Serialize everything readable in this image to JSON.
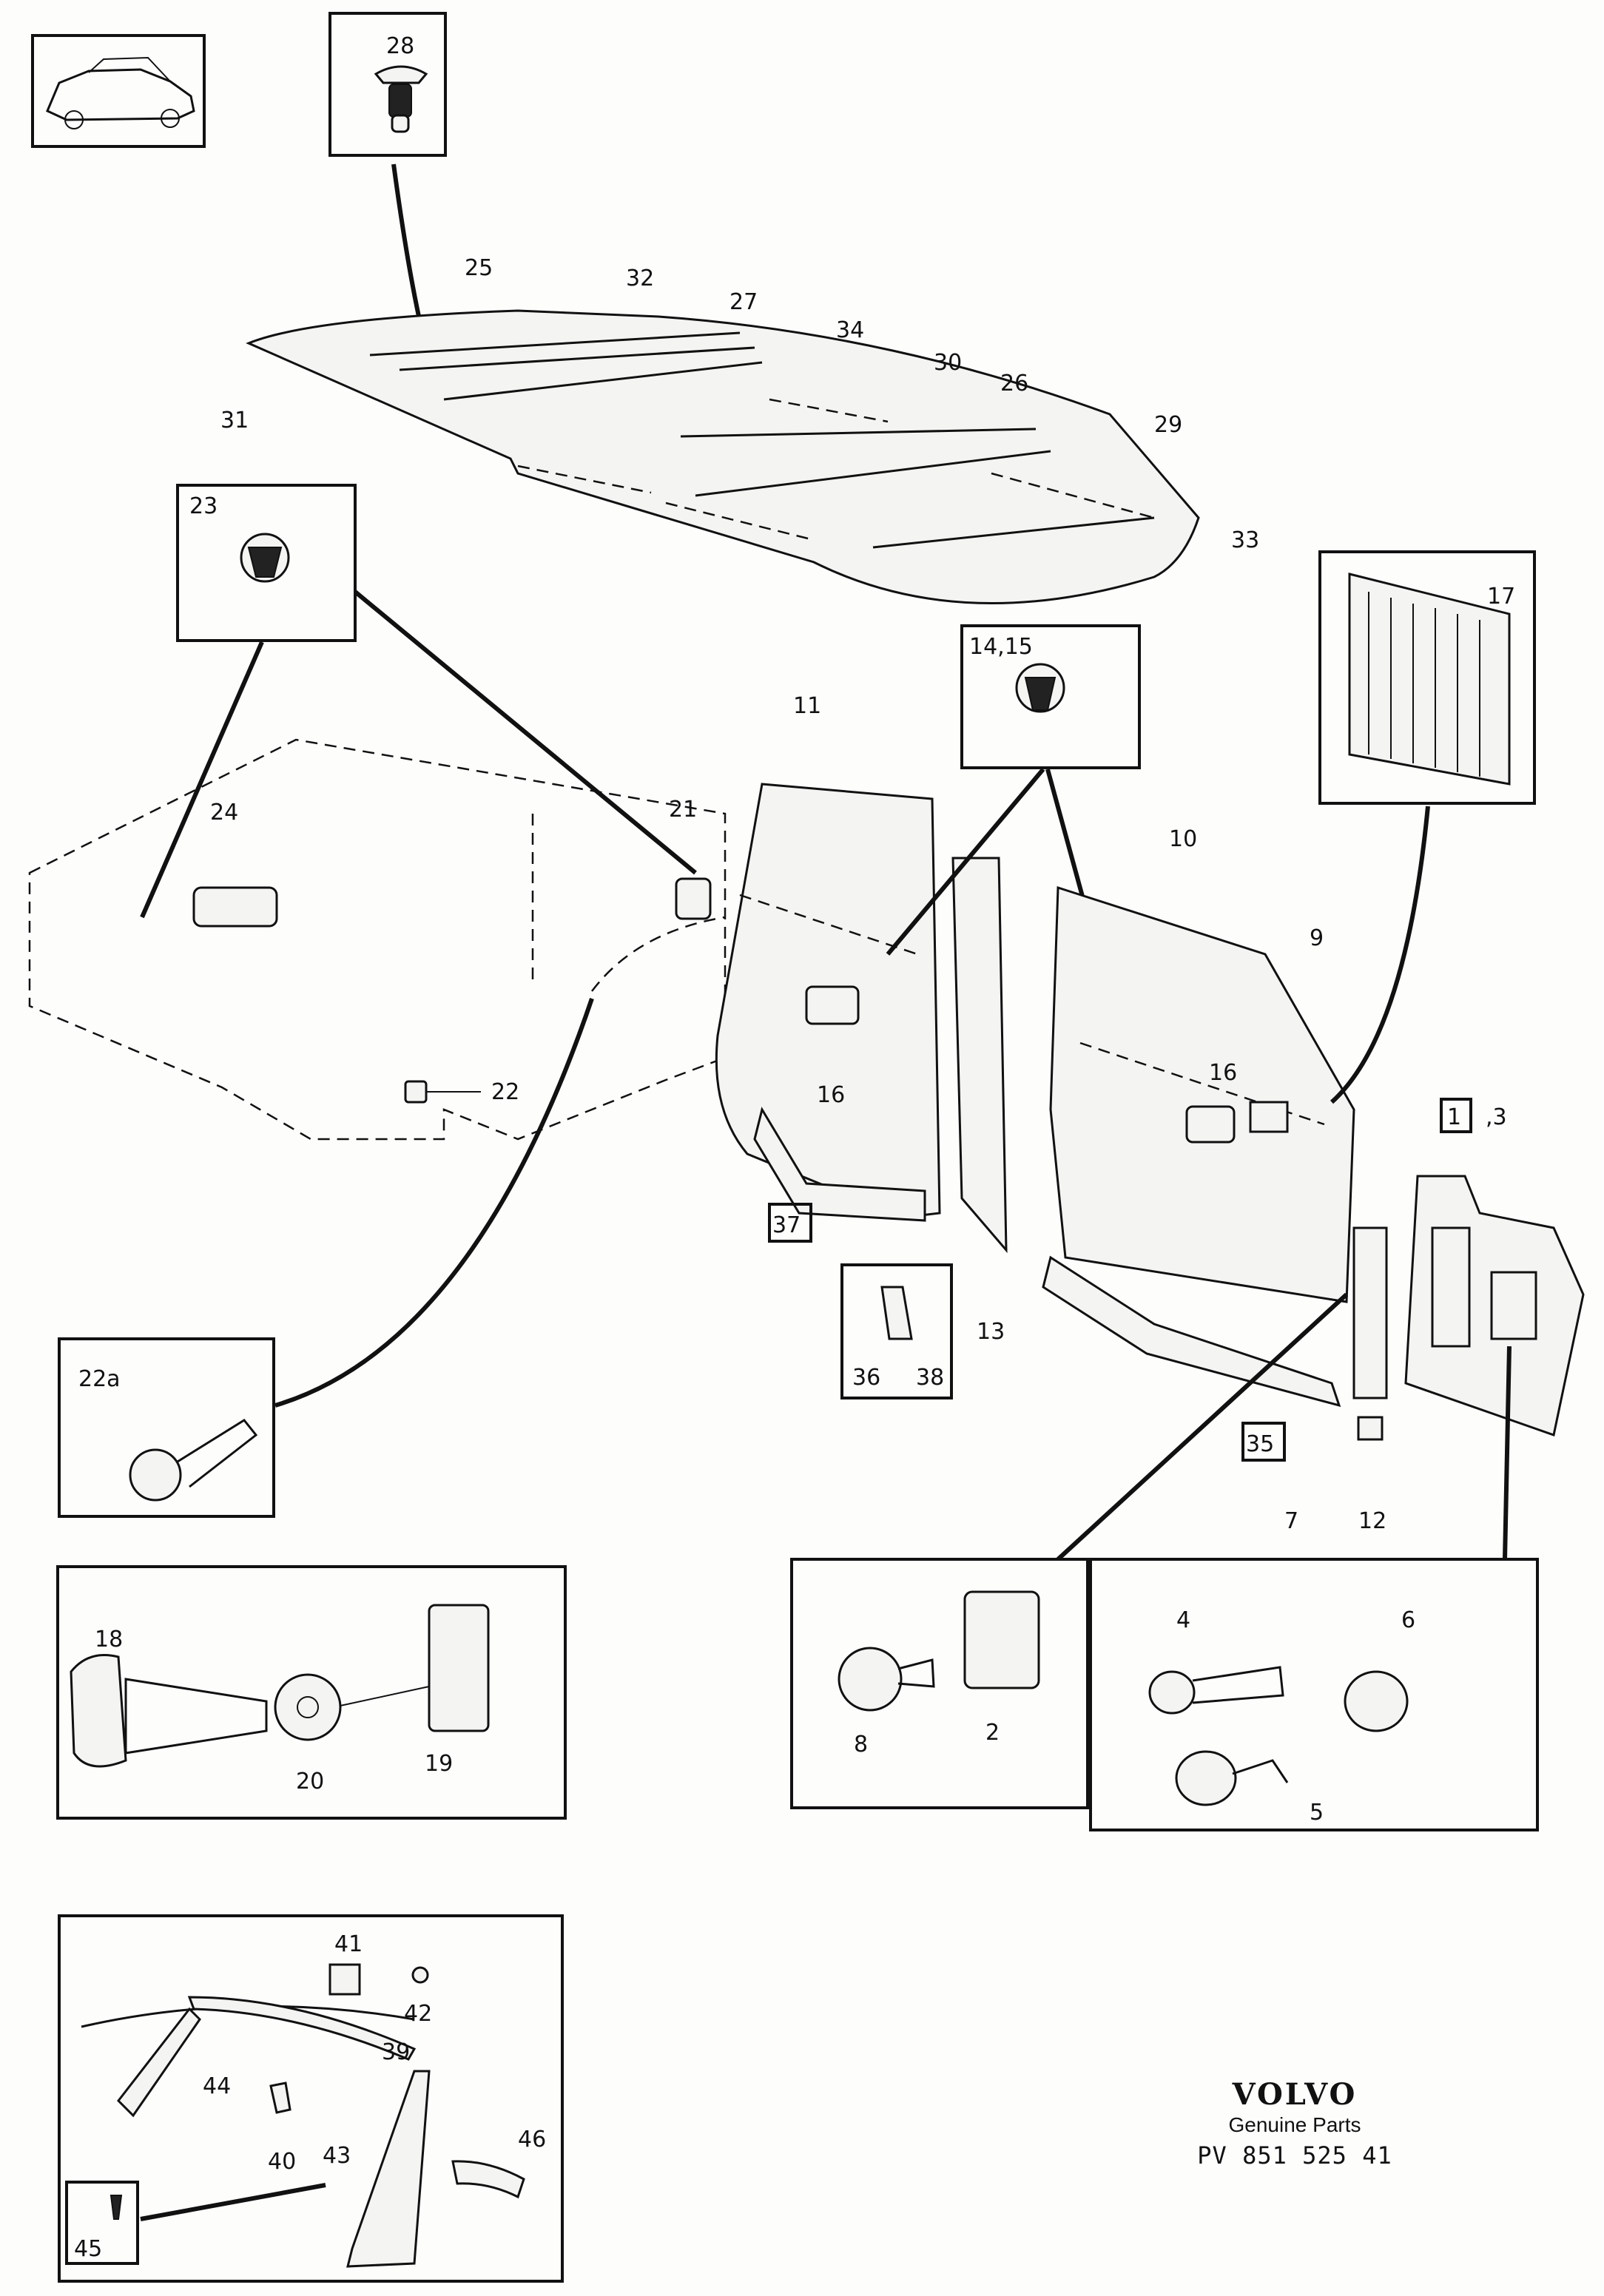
{
  "brand": {
    "logo": "VOLVO",
    "subtitle": "Genuine Parts",
    "part_ref": "PV 851 525 41"
  },
  "callouts": {
    "c1": "1",
    "c1_3": ",3",
    "c2": "2",
    "c4": "4",
    "c5": "5",
    "c6": "6",
    "c7": "7",
    "c8": "8",
    "c9": "9",
    "c10": "10",
    "c11": "11",
    "c12": "12",
    "c13": "13",
    "c14_15": "14,15",
    "c16a": "16",
    "c16b": "16",
    "c17": "17",
    "c18": "18",
    "c19": "19",
    "c20": "20",
    "c21": "21",
    "c22": "22",
    "c22a": "22a",
    "c23": "23",
    "c24": "24",
    "c25": "25",
    "c26": "26",
    "c27": "27",
    "c28": "28",
    "c29": "29",
    "c30": "30",
    "c31": "31",
    "c32": "32",
    "c33": "33",
    "c34": "34",
    "c35": "35",
    "c36": "36",
    "c37": "37",
    "c38": "38",
    "c39": "39",
    "c40": "40",
    "c41": "41",
    "c42": "42",
    "c43": "43",
    "c44": "44",
    "c45": "45",
    "c46": "46"
  }
}
